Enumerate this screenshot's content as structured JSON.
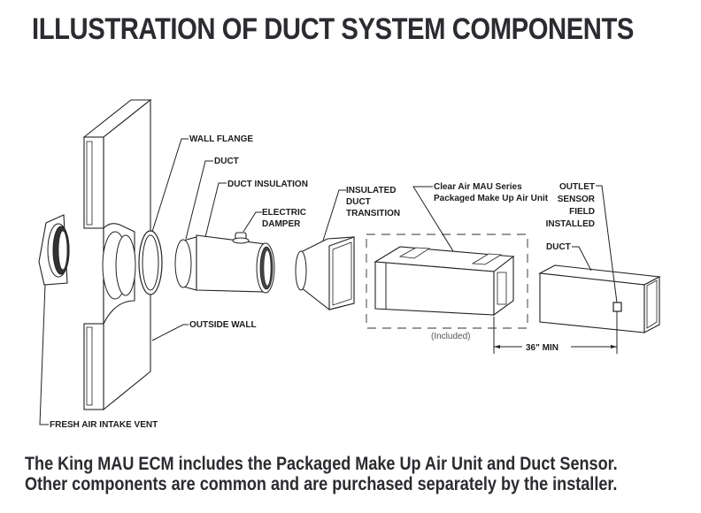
{
  "title": "ILLUSTRATION OF DUCT SYSTEM COMPONENTS",
  "labels": {
    "wall_flange": "WALL FLANGE",
    "duct_left": "DUCT",
    "duct_insulation": "DUCT INSULATION",
    "electric_damper": [
      "ELECTRIC",
      "DAMPER"
    ],
    "insulated_duct_transition": [
      "INSULATED",
      "DUCT",
      "TRANSITION"
    ],
    "mau_unit": [
      "Clear Air MAU Series",
      "Packaged Make Up Air Unit"
    ],
    "outlet_sensor": [
      "OUTLET",
      "SENSOR",
      "FIELD",
      "INSTALLED"
    ],
    "duct_right": "DUCT",
    "outside_wall": "OUTSIDE WALL",
    "fresh_air_intake_vent": "FRESH AIR INTAKE VENT",
    "included": "(Included)",
    "min_distance": "36\" MIN"
  },
  "caption": {
    "line1": "The King MAU ECM includes the Packaged Make Up Air Unit and Duct Sensor.",
    "line2": "Other components are common and are purchased separately by the installer."
  }
}
